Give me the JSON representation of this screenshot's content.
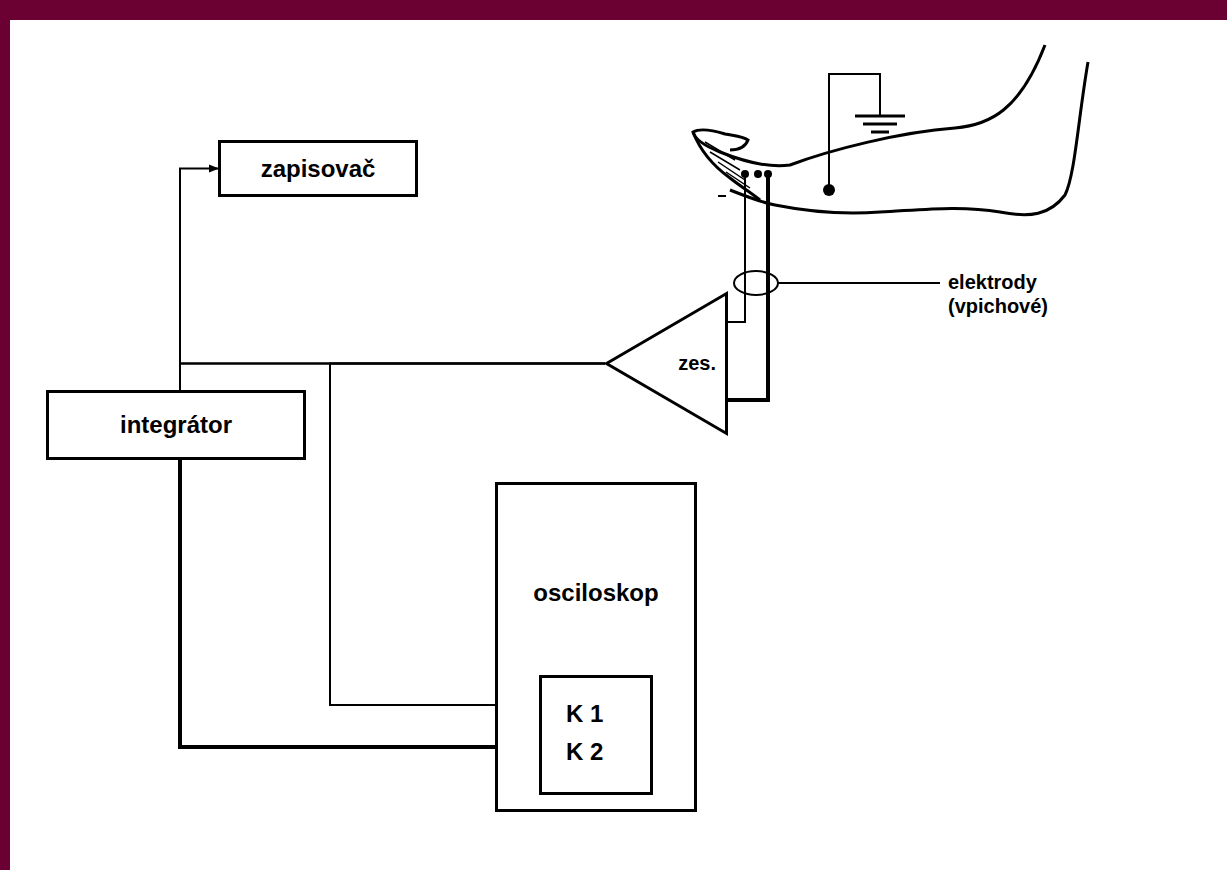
{
  "diagram": {
    "nodes": [
      {
        "text": [
          "zapisovač"
        ]
      },
      {
        "text": [
          "integrátor"
        ]
      },
      {
        "text": [
          "zes."
        ]
      },
      {
        "text": [
          "osciloskop"
        ]
      },
      {
        "text": [
          "K 1",
          "K 2"
        ],
        "in": 3
      }
    ],
    "edges": [
      {
        "from": 2,
        "to": 0,
        "arrow": "to"
      },
      {
        "from": 2,
        "to": 1,
        "arrow": "none"
      },
      {
        "from": 2,
        "to": 4,
        "arrow": "none"
      },
      {
        "from": 1,
        "to": 4,
        "arrow": "none"
      }
    ],
    "labels": [
      "elektrody (vpichové)"
    ]
  }
}
